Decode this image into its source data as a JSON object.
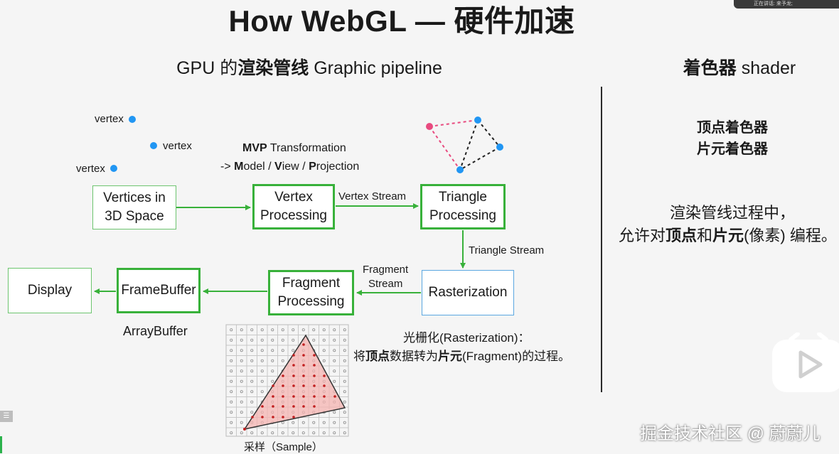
{
  "slide": {
    "title": "How WebGL — 硬件加速",
    "left_heading_plain_1": "GPU 的",
    "left_heading_bold": "渲染管线",
    "left_heading_plain_2": " Graphic pipeline",
    "right_heading_bold": "着色器",
    "right_heading_plain": " shader"
  },
  "pipeline": {
    "vertex_labels": [
      "vertex",
      "vertex",
      "vertex"
    ],
    "mvp_bold": "MVP",
    "mvp_rest": " Transformation",
    "mvp_line2_prefix": "-> ",
    "mvp_m": "M",
    "mvp_m_rest": "odel / ",
    "mvp_v": "V",
    "mvp_v_rest": "iew / ",
    "mvp_p": "P",
    "mvp_p_rest": "rojection",
    "nodes": {
      "vertices": "Vertices in\n3D Space",
      "vertex_processing": "Vertex\nProcessing",
      "triangle_processing": "Triangle\nProcessing",
      "rasterization": "Rasterization",
      "fragment_processing": "Fragment\nProcessing",
      "framebuffer": "FrameBuffer",
      "display": "Display"
    },
    "edges": {
      "vertex_stream": "Vertex Stream",
      "triangle_stream": "Triangle Stream",
      "fragment_stream_1": "Fragment",
      "fragment_stream_2": "Stream"
    },
    "arraybuffer": "ArrayBuffer",
    "raster_note_line1": "光栅化(Rasterization)：",
    "raster_note_l2_a": "将",
    "raster_note_l2_b": "顶点",
    "raster_note_l2_c": "数据转为",
    "raster_note_l2_d": "片元",
    "raster_note_l2_e": "(Fragment)的过程。",
    "sample_caption": "采样（Sample）"
  },
  "shader": {
    "vertex_shader": "顶点着色器",
    "fragment_shader": "片元着色器",
    "desc_line1": "渲染管线过程中，",
    "desc_l2_a": "允许对",
    "desc_l2_b": "顶点",
    "desc_l2_c": "和",
    "desc_l2_d": "片元",
    "desc_l2_e": "(像素) 编程。"
  },
  "overlay": {
    "watermark": "掘金技术社区 @ 蔚蔚儿",
    "topbar_text": "正在讲话: 来予龙;"
  },
  "colors": {
    "green": "#38b13a",
    "blue_border": "#5aa7e0",
    "vertex_dot": "#2196f3",
    "pink_dot": "#e84a7f",
    "triangle_fill": "#f4b3b0"
  }
}
